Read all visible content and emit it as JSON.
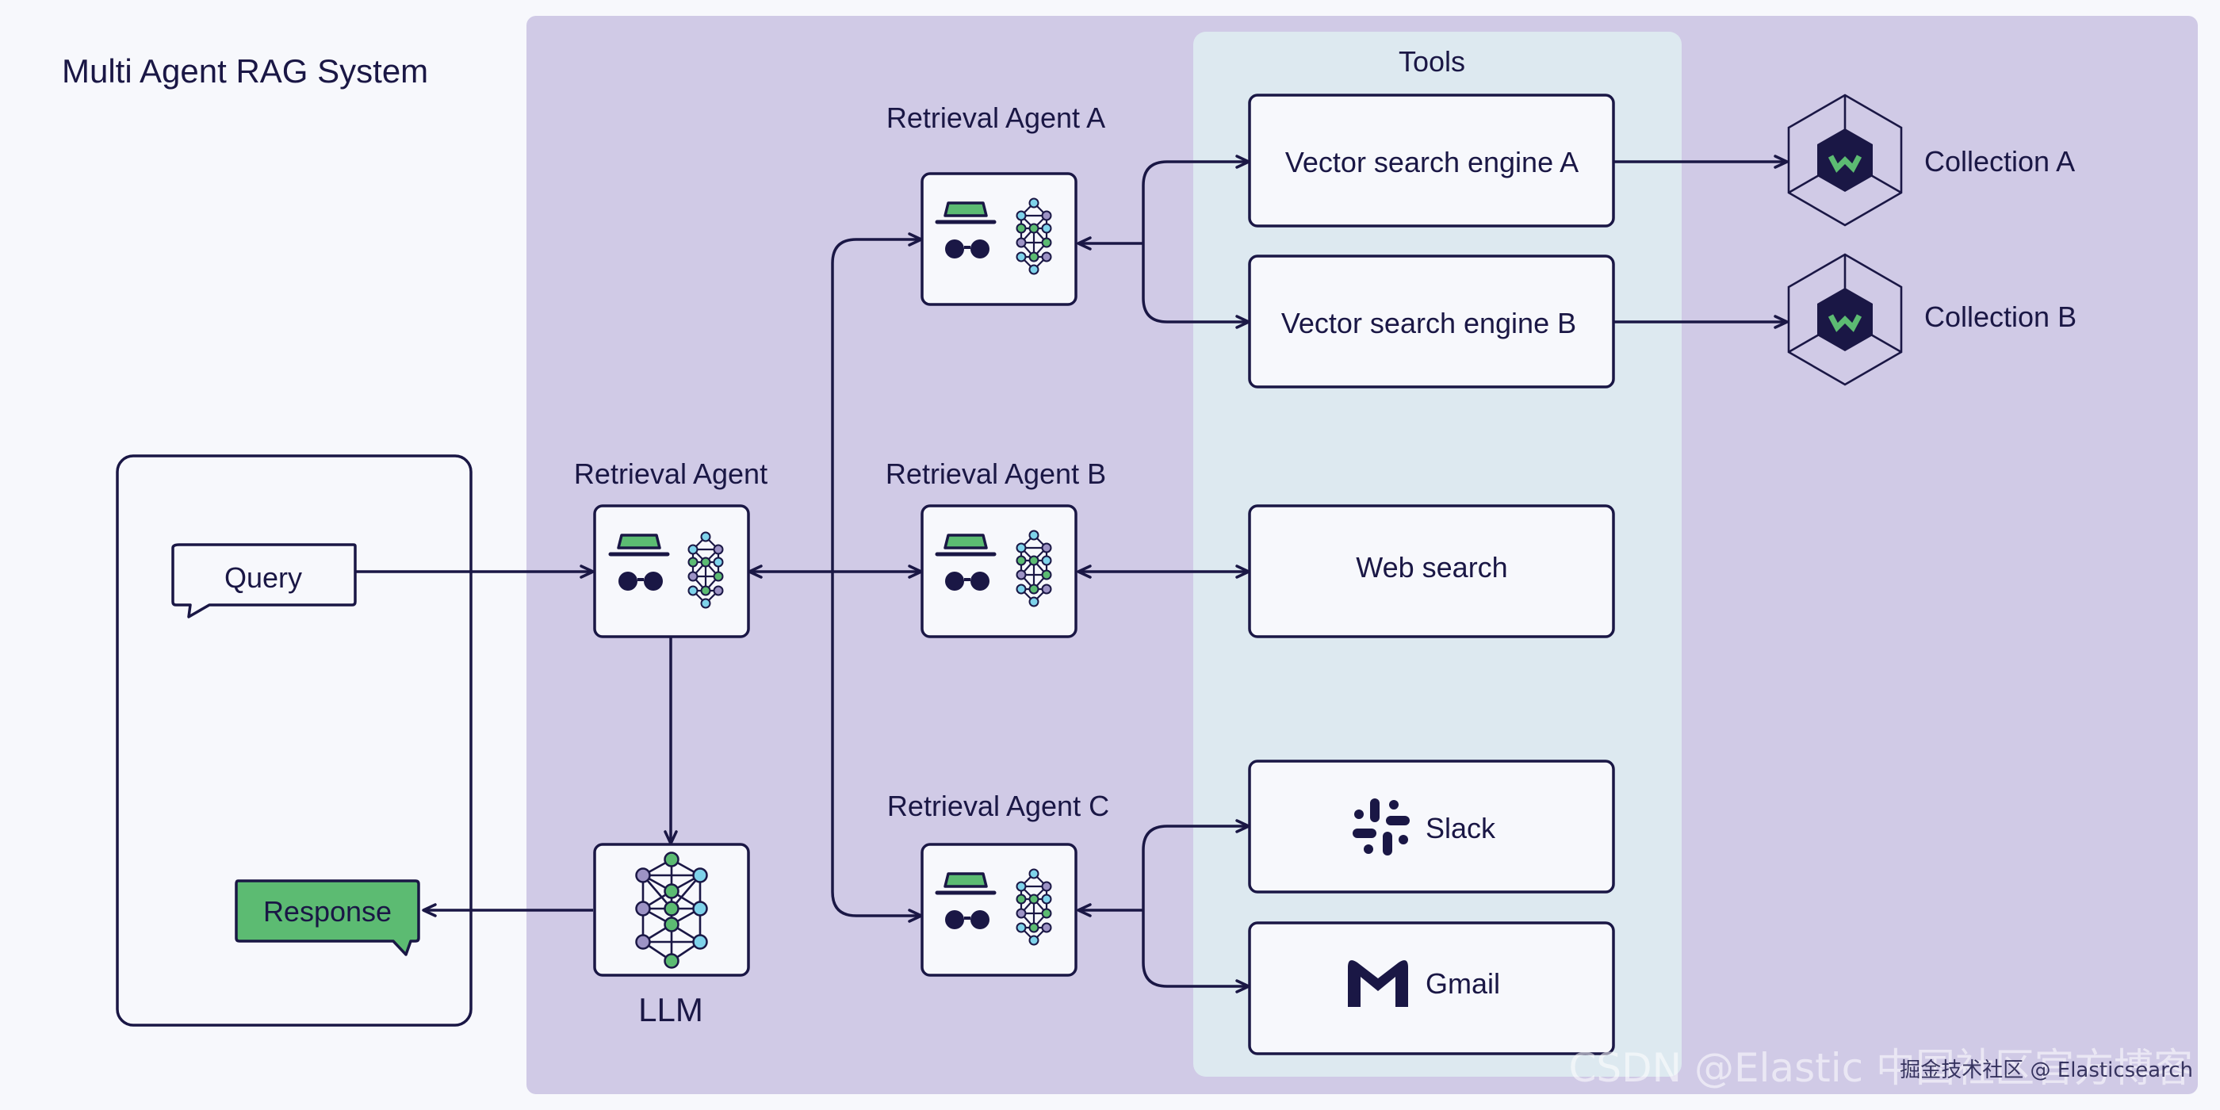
{
  "title": "Multi Agent RAG System",
  "tools_label": "Tools",
  "query_label": "Query",
  "response_label": "Response",
  "llm_label": "LLM",
  "agents": {
    "main": "Retrieval Agent",
    "a": "Retrieval Agent A",
    "b": "Retrieval Agent B",
    "c": "Retrieval Agent C"
  },
  "tools": {
    "vector_a": "Vector search engine A",
    "vector_b": "Vector search engine B",
    "web": "Web search",
    "slack": "Slack",
    "gmail": "Gmail"
  },
  "collections": {
    "a": "Collection A",
    "b": "Collection B"
  },
  "watermark": "CSDN @Elastic 中国社区官方博客",
  "watermark_overlay": "掘金技术社区 @ Elasticsearch",
  "colors": {
    "background": "#f7f8fc",
    "system_panel": "#d0cae6",
    "tools_panel": "#dde9f0",
    "ink": "#1a1745",
    "response_green": "#5cbb72",
    "node_light_blue": "#7fd3ea",
    "node_purple": "#9d93c5",
    "collection_icon": "#1a1745"
  },
  "icons": {
    "agent": "spy-agent-icon",
    "network": "neural-network-icon",
    "llm": "llm-network-icon",
    "collection": "weaviate-hexagon-icon",
    "slack": "slack-icon",
    "gmail": "gmail-icon"
  }
}
